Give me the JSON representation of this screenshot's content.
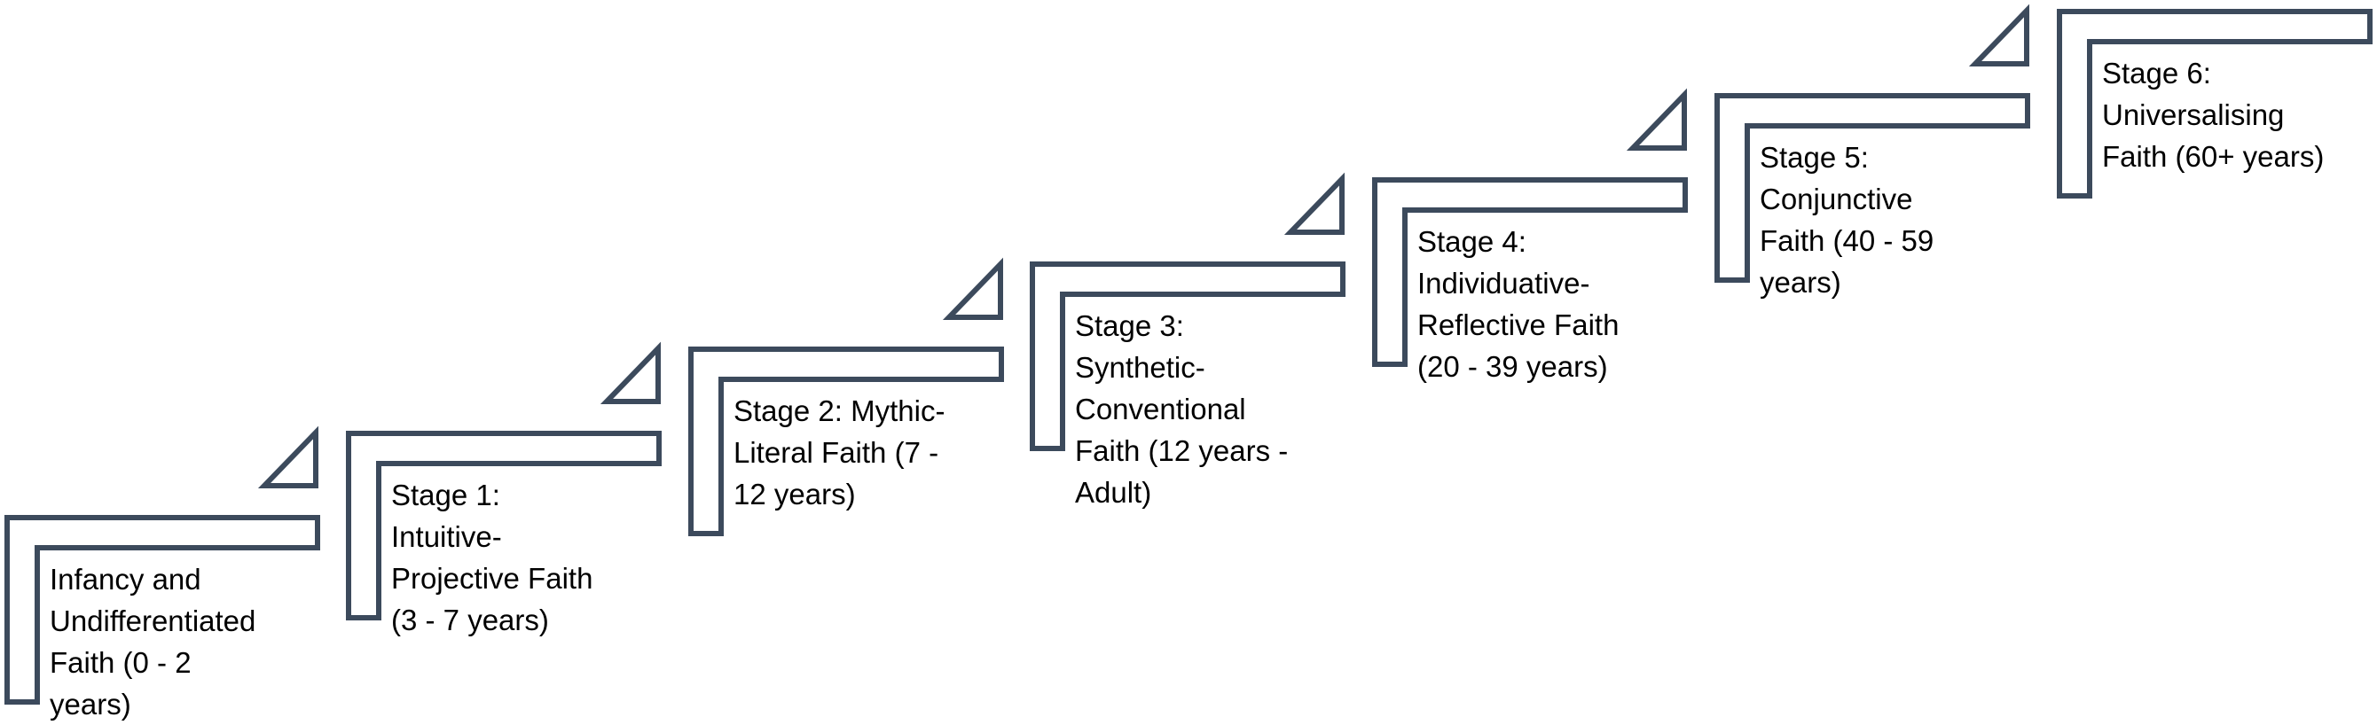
{
  "diagram": {
    "type": "staircase-process",
    "shape_color": "#3c4a5c",
    "text_color": "#000000",
    "stages": [
      {
        "label": "Infancy and\nUndifferentiated\nFaith (0 - 2\nyears)"
      },
      {
        "label": "Stage 1:\nIntuitive-\nProjective Faith\n(3 - 7 years)"
      },
      {
        "label": "Stage 2: Mythic-\nLiteral Faith (7 -\n12 years)"
      },
      {
        "label": "Stage 3:\nSynthetic-\nConventional\nFaith (12 years -\nAdult)"
      },
      {
        "label": "Stage 4:\nIndividuative-\nReflective Faith\n(20 - 39 years)"
      },
      {
        "label": "Stage 5:\nConjunctive\nFaith (40 - 59\nyears)"
      },
      {
        "label": "Stage 6:\nUniversalising\nFaith (60+ years)"
      }
    ]
  }
}
